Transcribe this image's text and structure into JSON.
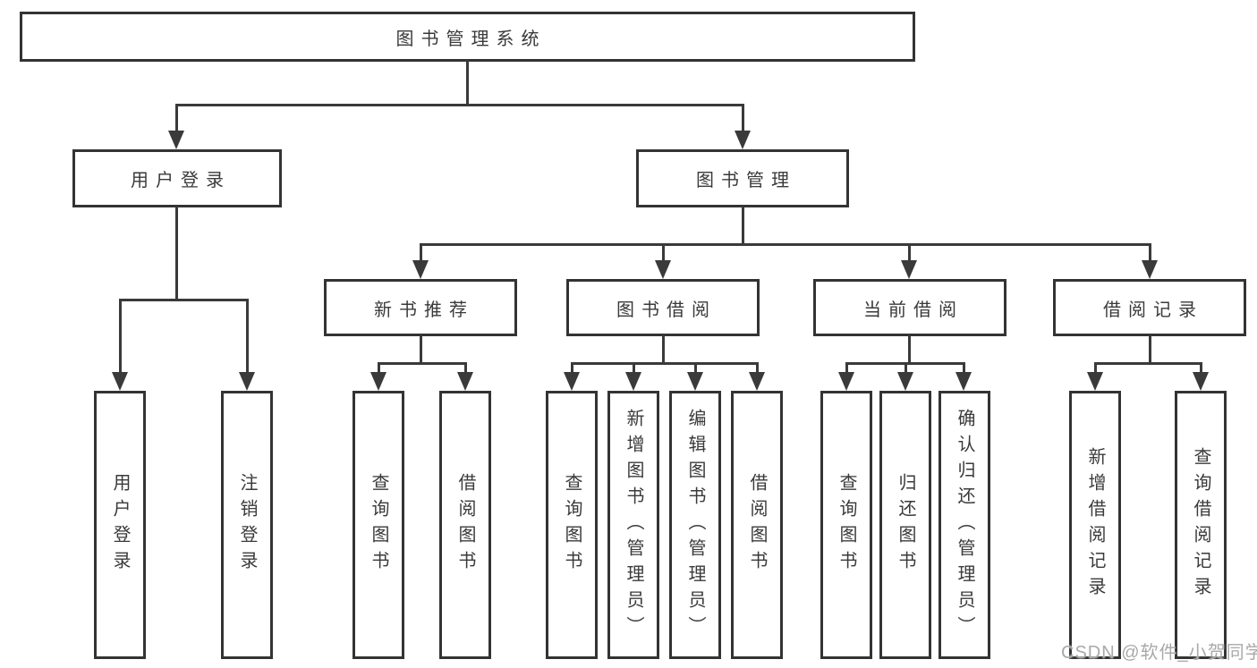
{
  "diagram": {
    "root": {
      "label": "图书管理系统"
    },
    "level1": [
      {
        "label": "用户登录",
        "children": [
          {
            "label": "用户登录"
          },
          {
            "label": "注销登录"
          }
        ]
      },
      {
        "label": "图书管理",
        "children": [
          {
            "label": "新书推荐",
            "children": [
              {
                "label": "查询图书"
              },
              {
                "label": "借阅图书"
              }
            ]
          },
          {
            "label": "图书借阅",
            "children": [
              {
                "label": "查询图书"
              },
              {
                "label": "新增图书（管理员）"
              },
              {
                "label": "编辑图书（管理员）"
              },
              {
                "label": "借阅图书"
              }
            ]
          },
          {
            "label": "当前借阅",
            "children": [
              {
                "label": "查询图书"
              },
              {
                "label": "归还图书"
              },
              {
                "label": "确认归还（管理员）"
              }
            ]
          },
          {
            "label": "借阅记录",
            "children": [
              {
                "label": "新增借阅记录"
              },
              {
                "label": "查询借阅记录"
              }
            ]
          }
        ]
      }
    ]
  },
  "watermark": {
    "text": "CSDN @软件_小贺同学"
  },
  "colors": {
    "line": "#3a3a3a",
    "box_border": "#333333",
    "text": "#3a3a3a",
    "watermark": "#a9a9a9",
    "background": "#ffffff"
  }
}
